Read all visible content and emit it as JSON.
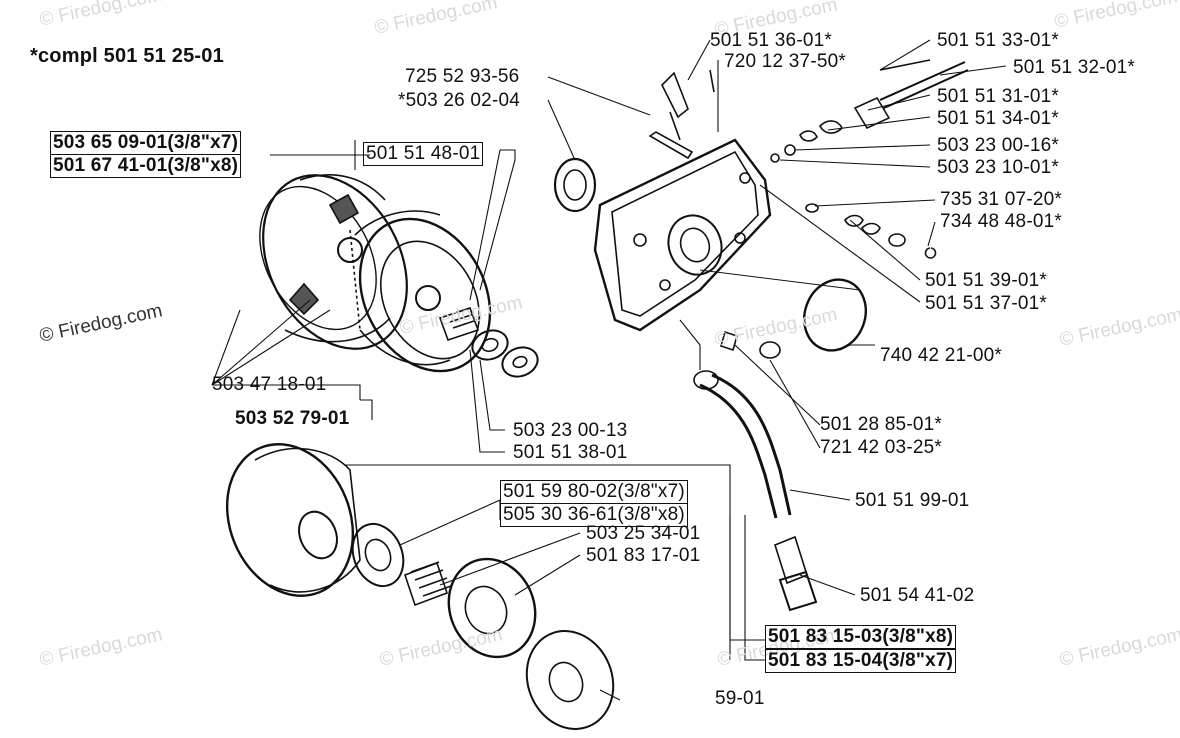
{
  "title": "*compl 501 51 25-01",
  "watermark": "© Firedog.com",
  "colors": {
    "ink": "#111111",
    "watermark": "#d9d9d9",
    "background": "#ffffff"
  },
  "labels": {
    "p_501_51_36_01": "501 51 36-01*",
    "p_501_51_33_01": "501 51 33-01*",
    "p_720_12_37_50": "720 12 37-50*",
    "p_501_51_32_01": "501 51 32-01*",
    "p_725_52_93_56": "725 52 93-56",
    "p_503_26_02_04": "*503 26 02-04",
    "p_501_51_31_01": "501 51 31-01*",
    "p_501_51_34_01": "501 51 34-01*",
    "p_503_65_09_01": "503 65 09-01(3/8\"x7)",
    "p_501_67_41_01": "501 67 41-01(3/8\"x8)",
    "p_501_51_48_01": "501 51 48-01",
    "p_503_23_00_16": "503 23 00-16*",
    "p_503_23_10_01": "503 23 10-01*",
    "p_735_31_07_20": "735 31 07-20*",
    "p_734_48_48_01": "734 48 48-01*",
    "p_501_51_39_01": "501 51 39-01*",
    "p_501_51_37_01": "501 51 37-01*",
    "p_740_42_21_00": "740 42 21-00*",
    "p_503_47_18_01": "503 47 18-01",
    "p_503_52_79_01": "503 52 79-01",
    "p_503_23_00_13": "503 23 00-13",
    "p_501_51_38_01": "501 51 38-01",
    "p_501_28_85_01": "501 28 85-01*",
    "p_721_42_03_25": "721 42 03-25*",
    "p_501_51_99_01": "501 51 99-01",
    "p_501_59_80_02": "501 59 80-02(3/8\"x7)",
    "p_505_30_36_61": "505 30 36-61(3/8\"x8)",
    "p_503_25_34_01": "503 25 34-01",
    "p_501_83_17_01": "501 83 17-01",
    "p_501_54_41_02": "501 54 41-02",
    "p_501_83_15_03": "501 83 15-03(3/8\"x8)",
    "p_501_83_15_04": "501 83 15-04(3/8\"x7)",
    "p_59_01": "59-01"
  }
}
